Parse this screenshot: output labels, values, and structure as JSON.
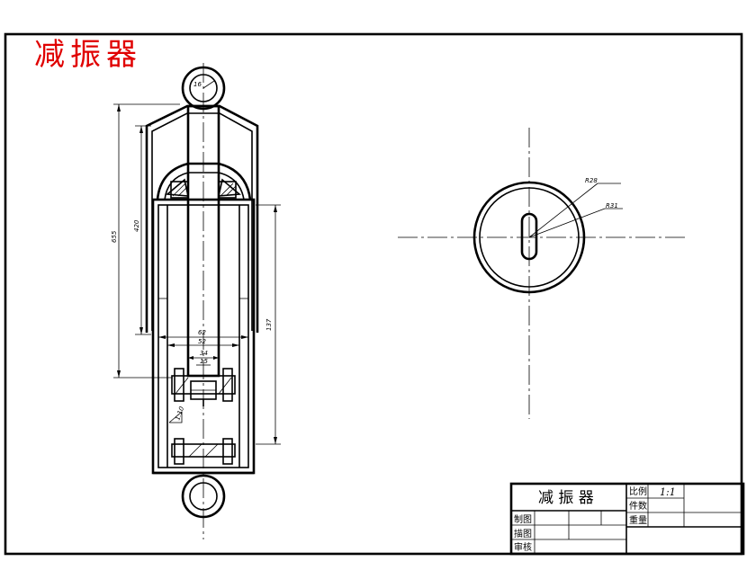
{
  "title": "减振器",
  "title_color": "#e00000",
  "line_color": "#000000",
  "dimensions": {
    "total_height": "655",
    "outer_tube": "420",
    "inner_section": "137",
    "width_inner": "62",
    "width_mid": "52",
    "width_rod": "34",
    "width_small": "15",
    "slope": "1:10",
    "eye_note": "16",
    "radius_inner": "R28",
    "radius_outer": "R31"
  },
  "title_block": {
    "part_name": "减 振 器",
    "scale_label": "比例",
    "scale_value": "1:1",
    "qty_label": "件数",
    "weight_label": "重量",
    "drawn_label": "制图",
    "traced_label": "描图",
    "checked_label": "审核"
  }
}
